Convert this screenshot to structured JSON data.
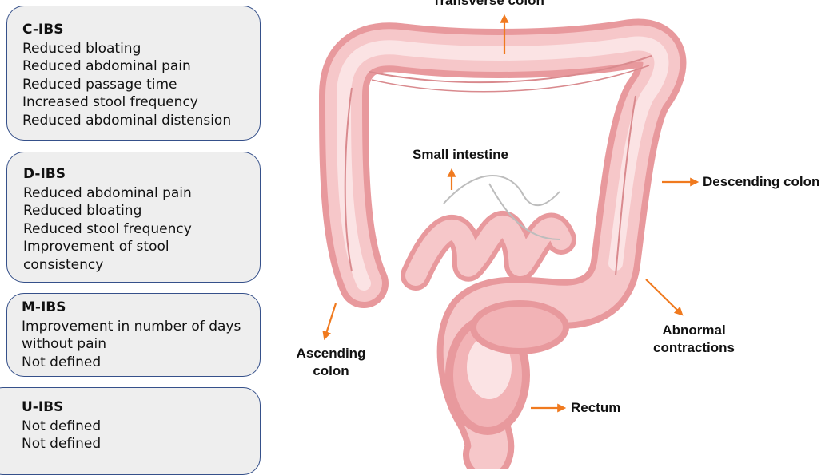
{
  "panels": [
    {
      "title": "C-IBS",
      "lines": [
        "Reduced bloating",
        "Reduced abdominal pain",
        "Reduced passage time",
        "Increased stool frequency",
        "Reduced abdominal distension"
      ]
    },
    {
      "title": "D-IBS",
      "lines": [
        "Reduced abdominal pain",
        "Reduced bloating",
        "Reduced stool frequency",
        "Improvement of stool",
        "consistency"
      ]
    },
    {
      "title": "M-IBS",
      "lines": [
        "Improvement in number of days",
        "without pain",
        "Not defined"
      ]
    },
    {
      "title": "U-IBS",
      "lines": [
        "Not defined",
        "Not defined"
      ]
    }
  ],
  "labels": {
    "transverse_colon": "Transverse colon",
    "small_intestine": "Small intestine",
    "descending_colon": "Descending colon",
    "abnormal_contractions": "Abnormal contractions",
    "ascending_colon": "Ascending colon",
    "rectum": "Rectum"
  },
  "colors": {
    "arrow": "#f07a1f",
    "colon_outer": "#e8999d",
    "colon_fill": "#f6c7c9",
    "colon_light": "#fbe3e4",
    "box_border": "#35508a",
    "box_fill": "#eeeeee"
  }
}
